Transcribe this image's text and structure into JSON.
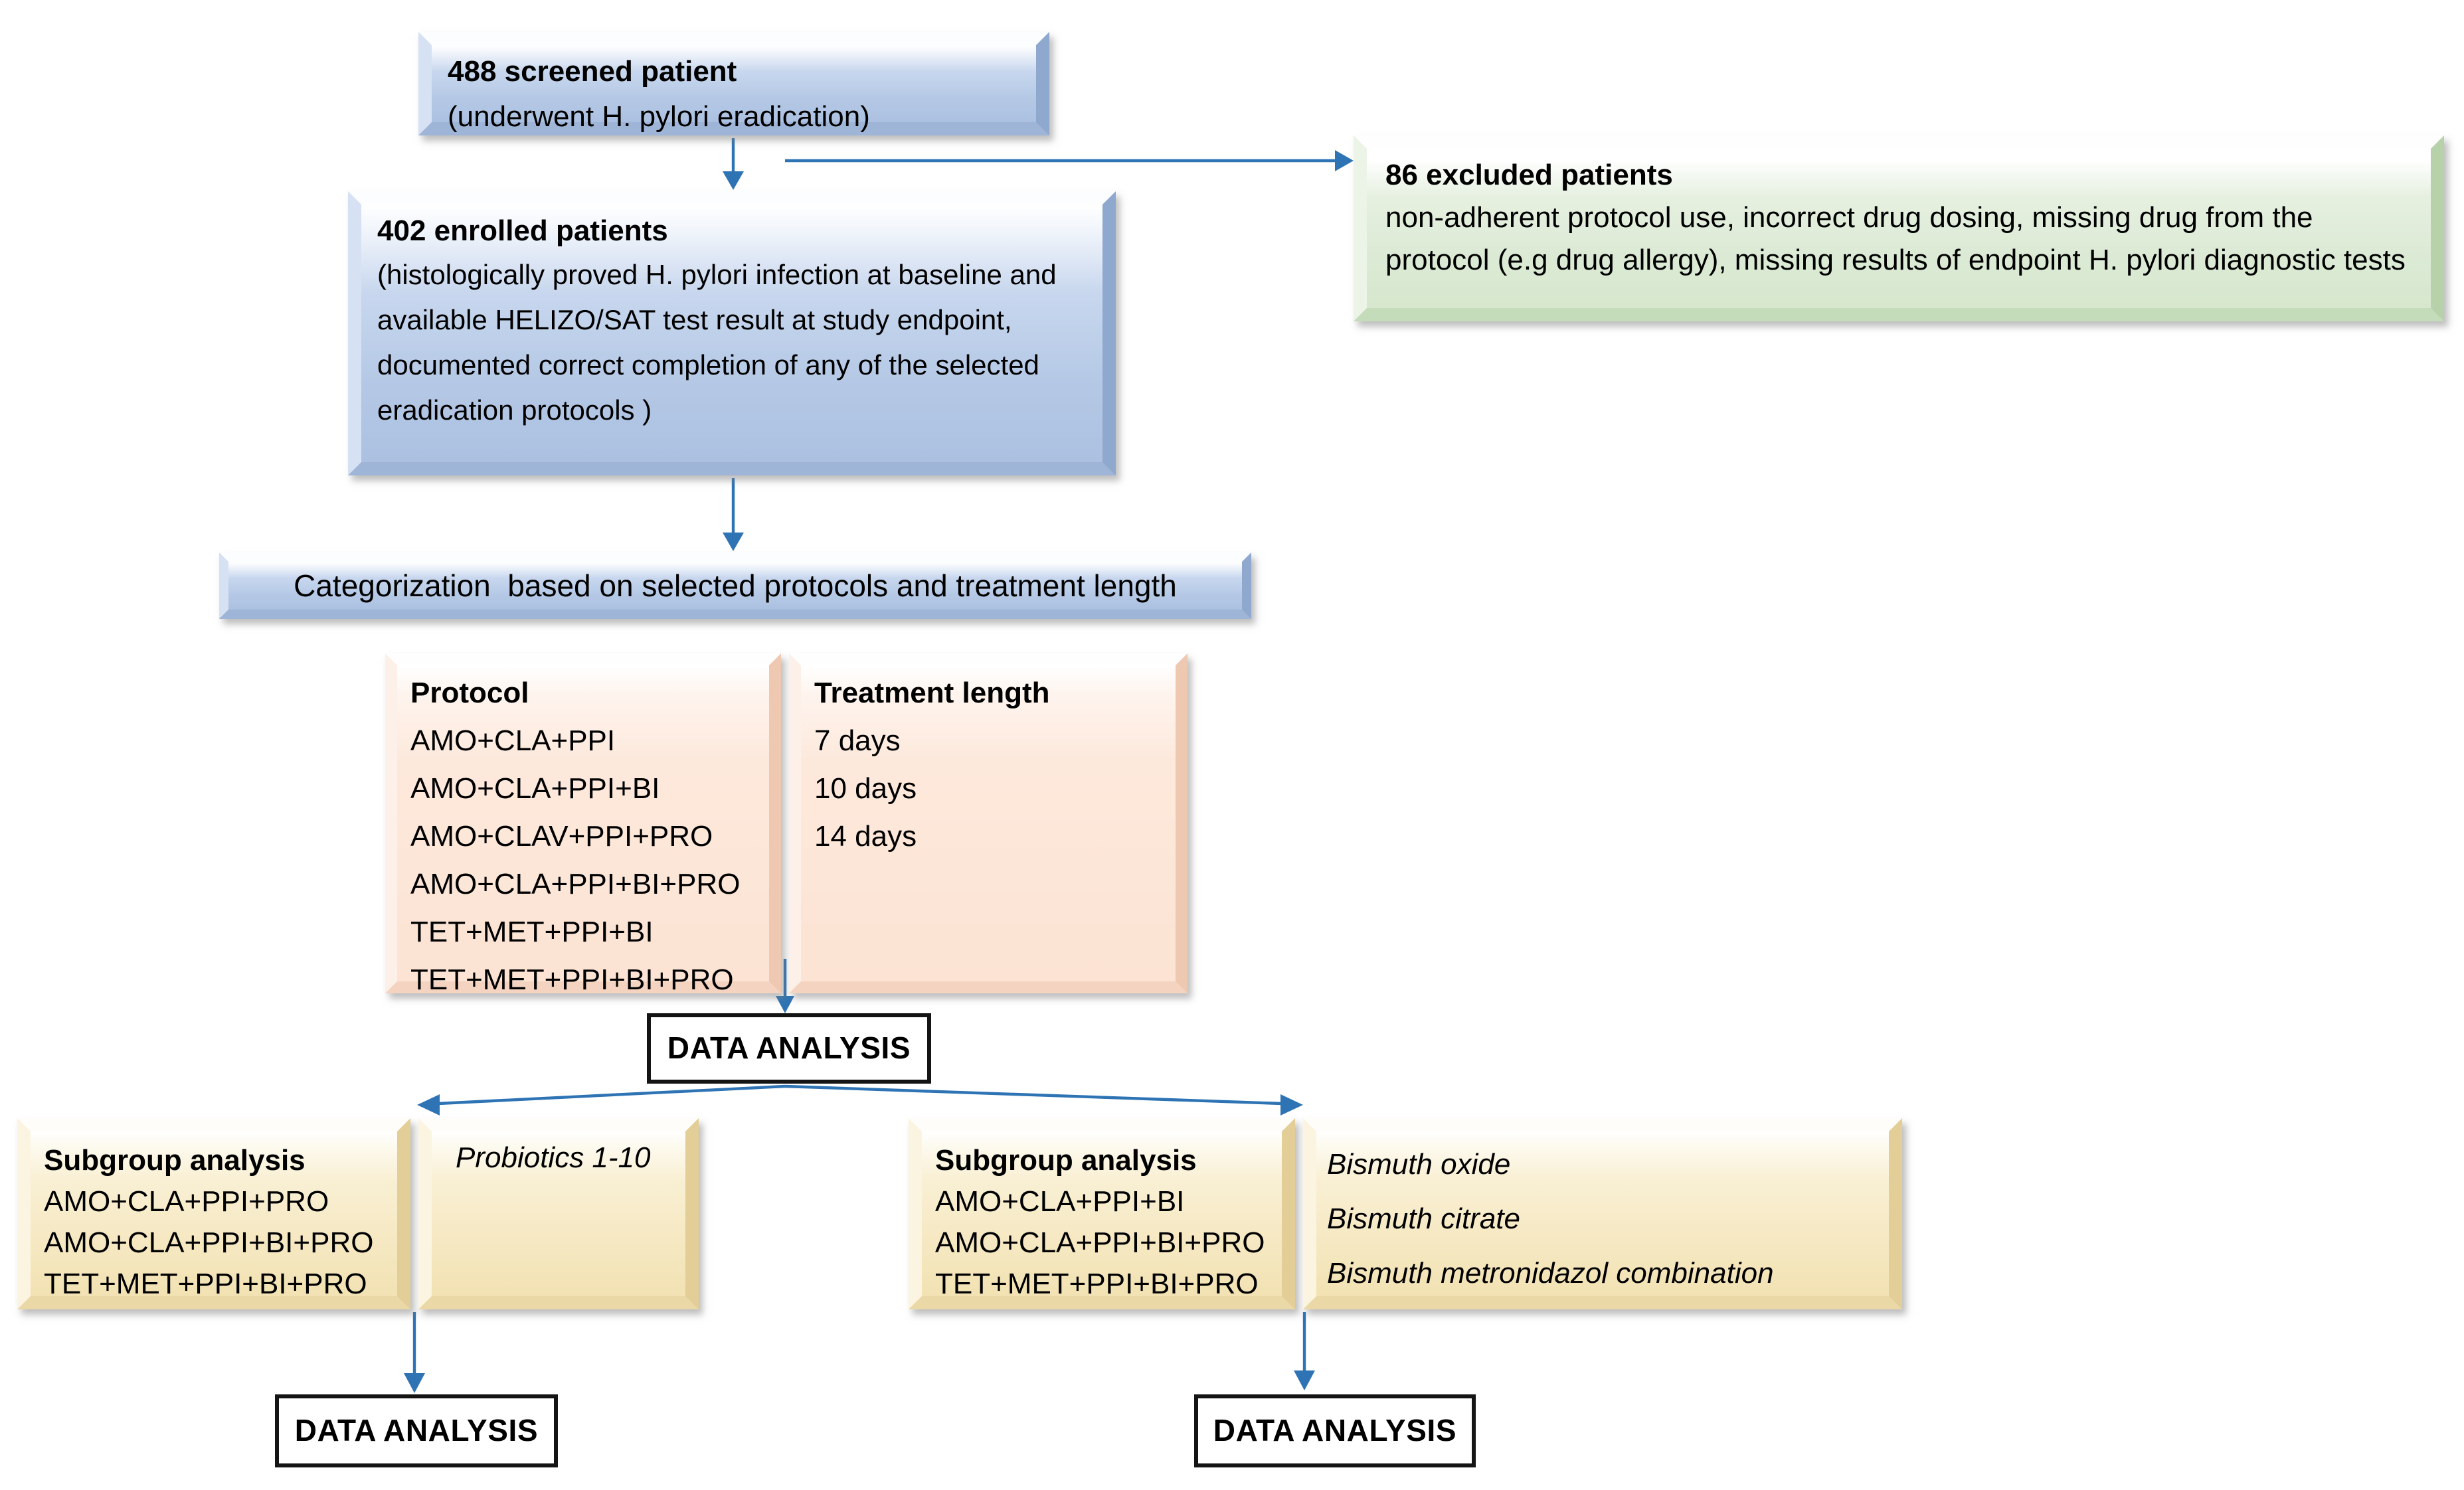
{
  "colors": {
    "arrow_blue": "#2e74b5",
    "box_blue": "#b5c9e6",
    "box_green": "#d9e9d2",
    "box_pink": "#fce4d6",
    "box_yellow": "#f6e9c4",
    "data_analysis_border": "#141414"
  },
  "nodes": {
    "screened": {
      "title": "488 screened patient",
      "subtitle": "(underwent H. pylori eradication)"
    },
    "excluded": {
      "title": "86 excluded patients",
      "body": "non-adherent protocol use, incorrect drug dosing, missing drug from the protocol (e.g drug allergy), missing results of endpoint H. pylori diagnostic tests"
    },
    "enrolled": {
      "title": "402 enrolled patients",
      "body": "(histologically proved H. pylori infection at baseline and available HELIZO/SAT test result at study endpoint, documented correct completion of any of the selected eradication protocols )"
    },
    "categorization": {
      "label": "Categorization  based on selected protocols and treatment length"
    },
    "protocol": {
      "title": "Protocol",
      "items": [
        "AMO+CLA+PPI",
        "AMO+CLA+PPI+BI",
        "AMO+CLAV+PPI+PRO",
        "AMO+CLA+PPI+BI+PRO",
        "TET+MET+PPI+BI",
        "TET+MET+PPI+BI+PRO"
      ]
    },
    "treatment": {
      "title": "Treatment length",
      "items": [
        "7 days",
        "10 days",
        "14 days"
      ]
    },
    "data_analysis_center": {
      "label": "DATA ANALYSIS"
    },
    "subgroup_left": {
      "title": "Subgroup analysis",
      "items": [
        "AMO+CLA+PPI+PRO",
        "AMO+CLA+PPI+BI+PRO",
        "TET+MET+PPI+BI+PRO"
      ]
    },
    "probiotics": {
      "label": "Probiotics 1-10"
    },
    "subgroup_right": {
      "title": "Subgroup analysis",
      "items": [
        "AMO+CLA+PPI+BI",
        "AMO+CLA+PPI+BI+PRO",
        "TET+MET+PPI+BI+PRO"
      ]
    },
    "bismuth": {
      "items": [
        "Bismuth oxide",
        "Bismuth citrate",
        "Bismuth metronidazol combination"
      ]
    },
    "data_analysis_left": {
      "label": "DATA ANALYSIS"
    },
    "data_analysis_right": {
      "label": "DATA ANALYSIS"
    }
  }
}
